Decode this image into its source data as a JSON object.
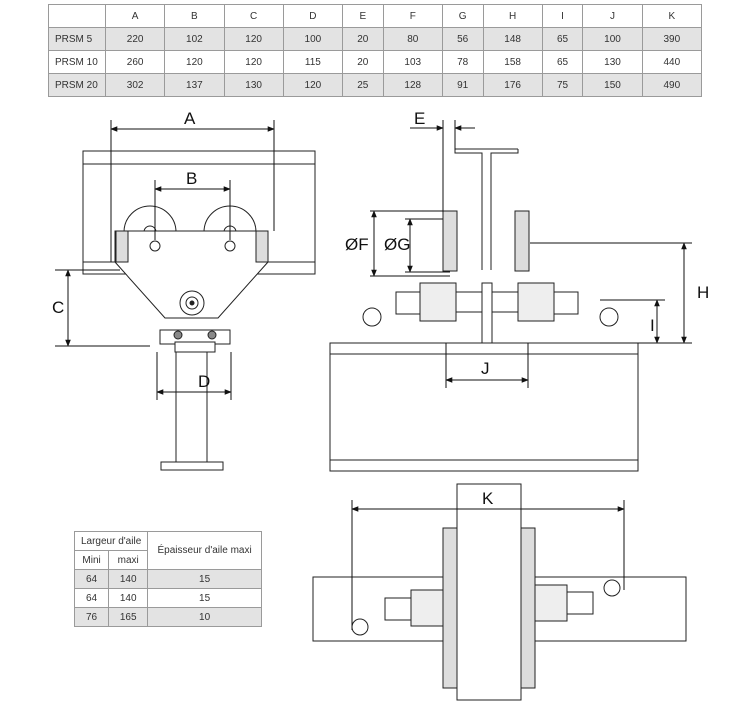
{
  "dimension_table": {
    "columns": [
      "",
      "A",
      "B",
      "C",
      "D",
      "E",
      "F",
      "G",
      "H",
      "I",
      "J",
      "K"
    ],
    "rows": [
      {
        "model": "PRSM 5",
        "values": [
          "220",
          "102",
          "120",
          "100",
          "20",
          "80",
          "56",
          "148",
          "65",
          "100",
          "390"
        ]
      },
      {
        "model": "PRSM 10",
        "values": [
          "260",
          "120",
          "120",
          "115",
          "20",
          "103",
          "78",
          "158",
          "65",
          "130",
          "440"
        ]
      },
      {
        "model": "PRSM 20",
        "values": [
          "302",
          "137",
          "130",
          "120",
          "25",
          "128",
          "91",
          "176",
          "75",
          "150",
          "490"
        ]
      }
    ]
  },
  "flange_table": {
    "header_group": "Largeur d'aile",
    "header_min": "Mini",
    "header_max": "maxi",
    "header_thickness": "Épaisseur d'aile maxi",
    "rows": [
      {
        "min": "64",
        "max": "140",
        "thickness": "15"
      },
      {
        "min": "64",
        "max": "140",
        "thickness": "15"
      },
      {
        "min": "76",
        "max": "165",
        "thickness": "10"
      }
    ]
  },
  "drawing_labels": {
    "A": "A",
    "B": "B",
    "C": "C",
    "D": "D",
    "E": "E",
    "F": "ØF",
    "G": "ØG",
    "H": "H",
    "I": "I",
    "J": "J",
    "K": "K"
  }
}
